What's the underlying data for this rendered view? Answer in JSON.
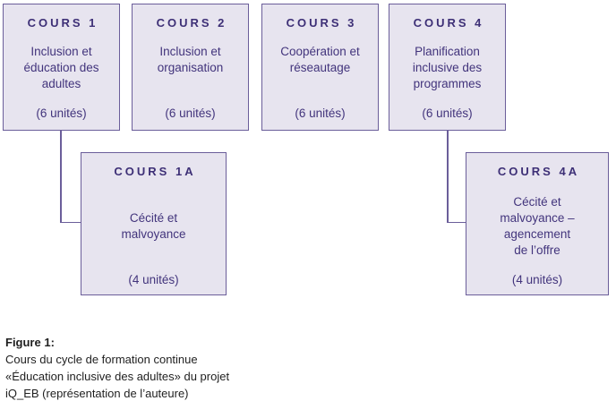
{
  "colors": {
    "background": "#ffffff",
    "box_fill": "#e7e4ef",
    "box_border": "#6b5e9a",
    "box_title_text": "#3d2f76",
    "box_body_text": "#42347c",
    "connector": "#6b5e9a",
    "caption_text": "#1f1f1f"
  },
  "diagram": {
    "courses": [
      {
        "title": "COURS 1",
        "description": "Inclusion et\néducation des\nadultes",
        "units": "(6 unités)"
      },
      {
        "title": "COURS 2",
        "description": "Inclusion et\norganisation",
        "units": "(6 unités)"
      },
      {
        "title": "COURS 3",
        "description": "Coopération et\nréseautage",
        "units": "(6 unités)"
      },
      {
        "title": "COURS 4",
        "description": "Planification\ninclusive des\nprogrammes",
        "units": "(6 unités)"
      }
    ],
    "subcourses": [
      {
        "title": "COURS 1A",
        "description": "Cécité et\nmalvoyance",
        "units": "(4 unités)"
      },
      {
        "title": "COURS 4A",
        "description": "Cécité et\nmalvoyance –\nagencement\nde l’offre",
        "units": "(4 unités)"
      }
    ]
  },
  "caption": {
    "label": "Figure 1:",
    "lines": "Cours du cycle de formation continue\n«Éducation inclusive des adultes» du projet\niQ_EB (représentation de l’auteure)"
  }
}
